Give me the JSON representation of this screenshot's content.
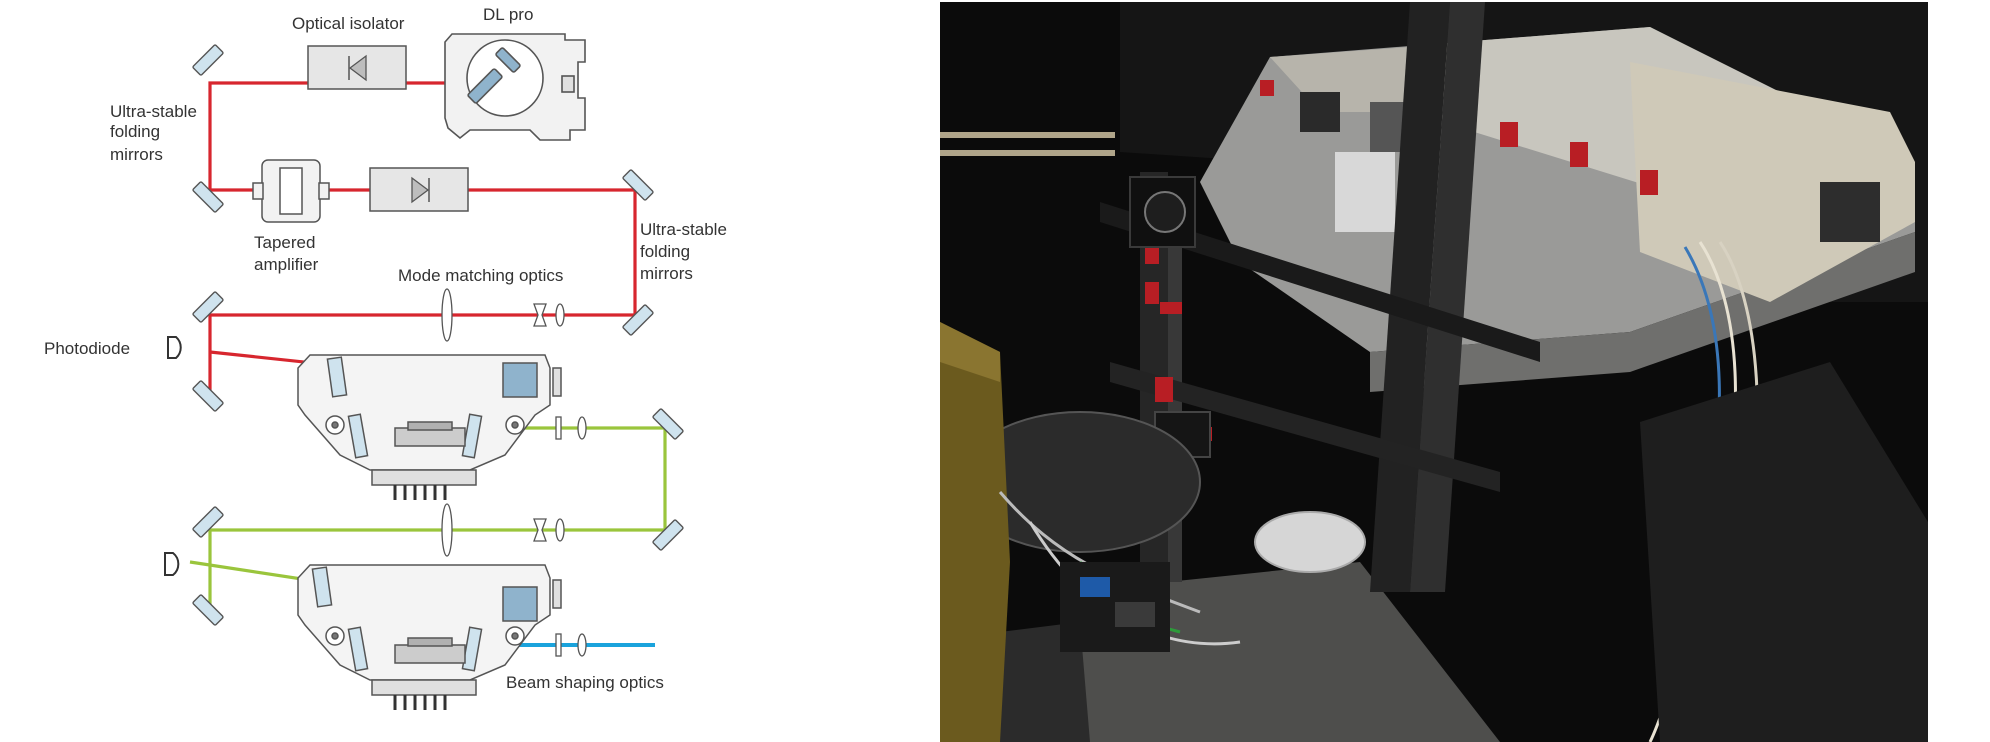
{
  "diagram": {
    "labels": {
      "optical_isolator": "Optical isolator",
      "dl_pro": "DL pro",
      "ultra_stable_top": [
        "Ultra-stable",
        "folding",
        "mirrors"
      ],
      "tapered_amplifier": [
        "Tapered",
        "amplifier"
      ],
      "ultra_stable_right": [
        "Ultra-stable",
        "folding",
        "mirrors"
      ],
      "mode_matching_optics": "Mode matching optics",
      "photodiode": "Photodiode",
      "beam_shaping_optics": "Beam shaping optics"
    },
    "colors": {
      "red_beam": "#d7262e",
      "green_beam": "#9ac53c",
      "blue_beam": "#1aa3dc",
      "component_fill": "#e6e6e6",
      "outline": "#555555",
      "mirror_fill": "#cfe3ee",
      "crystal_fill": "#8fb3cc"
    }
  },
  "photo": {
    "description_icon": "laboratory-photo",
    "colors": {
      "background": "#0b0b0b",
      "breadboard": "#9a9a98",
      "breadboard_top": "#c8c6be",
      "laser_housing": "#cfc9b8",
      "rail": "#1c1c1c",
      "red_mount": "#b81e24",
      "floor": "#5a5a58"
    }
  }
}
